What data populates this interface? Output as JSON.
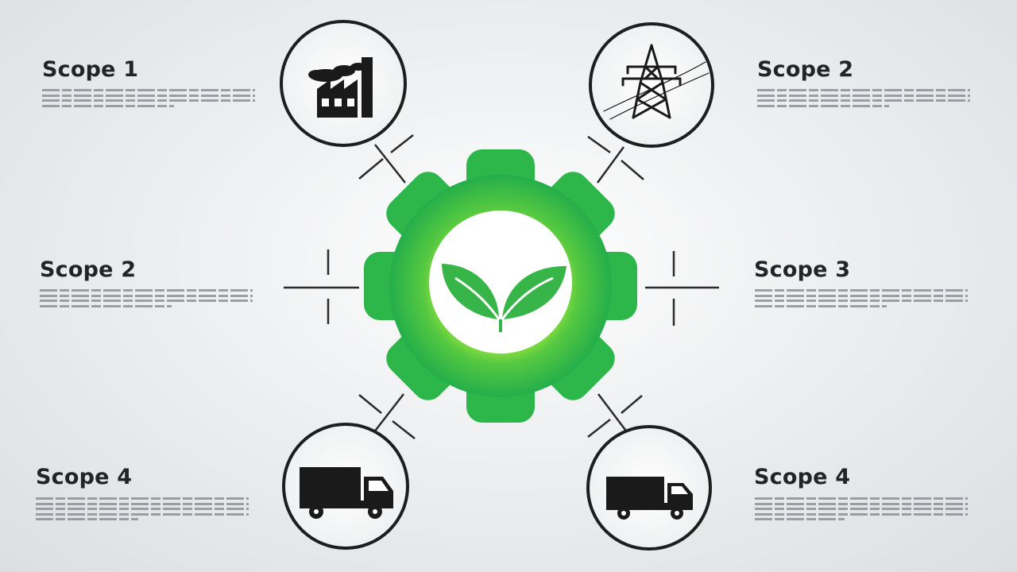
{
  "scopes": [
    {
      "label": "Scope 1",
      "icon": "factory-icon"
    },
    {
      "label": "Scope 2",
      "icon": "power-tower-icon"
    },
    {
      "label": "Scope 2",
      "icon": ""
    },
    {
      "label": "Scope 3",
      "icon": ""
    },
    {
      "label": "Scope 4",
      "icon": "truck-icon"
    },
    {
      "label": "Scope 4",
      "icon": "truck-icon"
    }
  ],
  "center": {
    "icon": "gear-icon",
    "inner_icon": "leaves-icon"
  },
  "colors": {
    "gear_outer": "#29b34a",
    "gear_glow": "#b4f03a",
    "icon_stroke": "#1a1a1a",
    "label_text": "#222428",
    "placeholder_text": "#8d9095"
  }
}
